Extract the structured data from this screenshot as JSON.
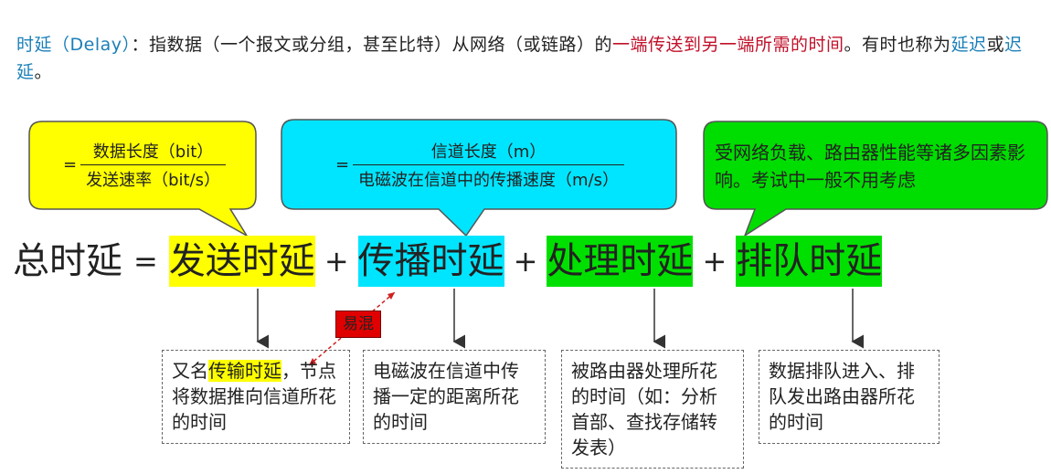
{
  "definition": {
    "term": "时延（Delay）",
    "sep": "：",
    "text1": "指数据（一个报文或分组，甚至比特）从网络（或链路）的",
    "red_part": "一端传送到另一端所需的时间",
    "text2": "。有时也称为",
    "syn1": "延迟",
    "text3": "或",
    "syn2": "迟延",
    "text4": "。"
  },
  "callouts": {
    "yellow": {
      "eq": "=",
      "numerator": "数据长度（bit）",
      "denominator": "发送速率（bit/s）",
      "color": "#ffff00"
    },
    "cyan": {
      "eq": "=",
      "numerator": "信道长度（m）",
      "denominator": "电磁波在信道中的传播速度（m/s）",
      "color": "#00e5ff"
    },
    "green": {
      "text": "受网络负载、路由器性能等诸多因素影响。考试中一般不用考虑",
      "color": "#00dd00"
    }
  },
  "formula": {
    "total": "总时延",
    "equals": "=",
    "term1": "发送时延",
    "plus1": "+",
    "term2": "传播时延",
    "plus2": "+",
    "term3": "处理时延",
    "plus3": "+",
    "term4": "排队时延"
  },
  "confusion_tag": "易混",
  "boxes": {
    "send": {
      "pre": "又名",
      "alias": "传输时延",
      "post": "，节点将数据推向信道所花的时间"
    },
    "prop": {
      "text": "电磁波在信道中传播一定的距离所花的时间"
    },
    "proc": {
      "text": "被路由器处理所花的时间（如：分析首部、查找存储转发表）"
    },
    "queue": {
      "text": "数据排队进入、排队发出路由器所花的时间"
    }
  }
}
